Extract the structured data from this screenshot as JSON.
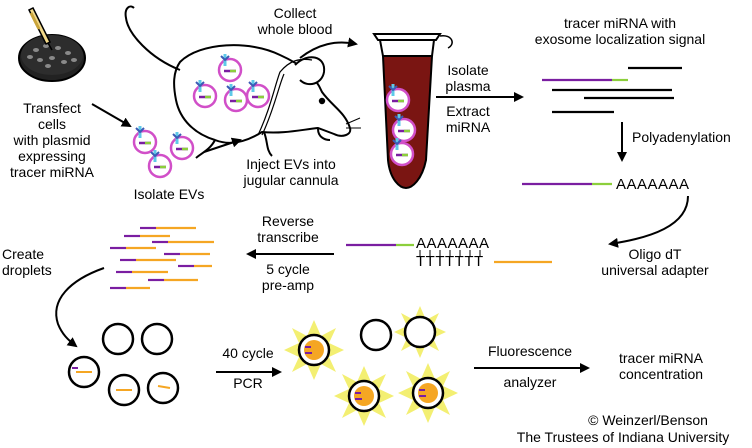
{
  "labels": {
    "transfect": "Transfect\ncells\nwith plasmid\nexpressing\ntracer miRNA",
    "isolate_evs": "Isolate EVs",
    "inject": "Inject EVs into\njugular cannula",
    "collect": "Collect\nwhole blood",
    "isolate_plasma": "Isolate\nplasma",
    "extract": "Extract\nmiRNA",
    "tracer_signal": "tracer miRNA with\nexosome localization signal",
    "polyadenylation": "Polyadenylation",
    "poly_a": "AAAAAAA",
    "poly_a_2": "AAAAAAA",
    "poly_t": "TTTTTTT",
    "oligo_dt": "Oligo dT\nuniversal adapter",
    "reverse": "Reverse\ntranscribe",
    "preamp": "5 cycle\npre-amp",
    "create_droplets": "Create\ndroplets",
    "pcr_top": "40 cycle",
    "pcr_bottom": "PCR",
    "fluor_top": "Fluorescence",
    "fluor_bottom": "analyzer",
    "concentration": "tracer miRNA\nconcentration",
    "credit_1": "© Weinzerl/Benson",
    "credit_2": "The Trustees of Indiana University"
  },
  "colors": {
    "purple_strand": "#7a1ea1",
    "green_strand": "#8ccf3c",
    "orange_strand": "#f5a623",
    "blood": "#7a1512",
    "ev_membrane": "#d14fc8",
    "burst": "#f3ef72",
    "receptor_blue": "#4a7fd0",
    "ligand_cyan": "#5ec9e8"
  }
}
